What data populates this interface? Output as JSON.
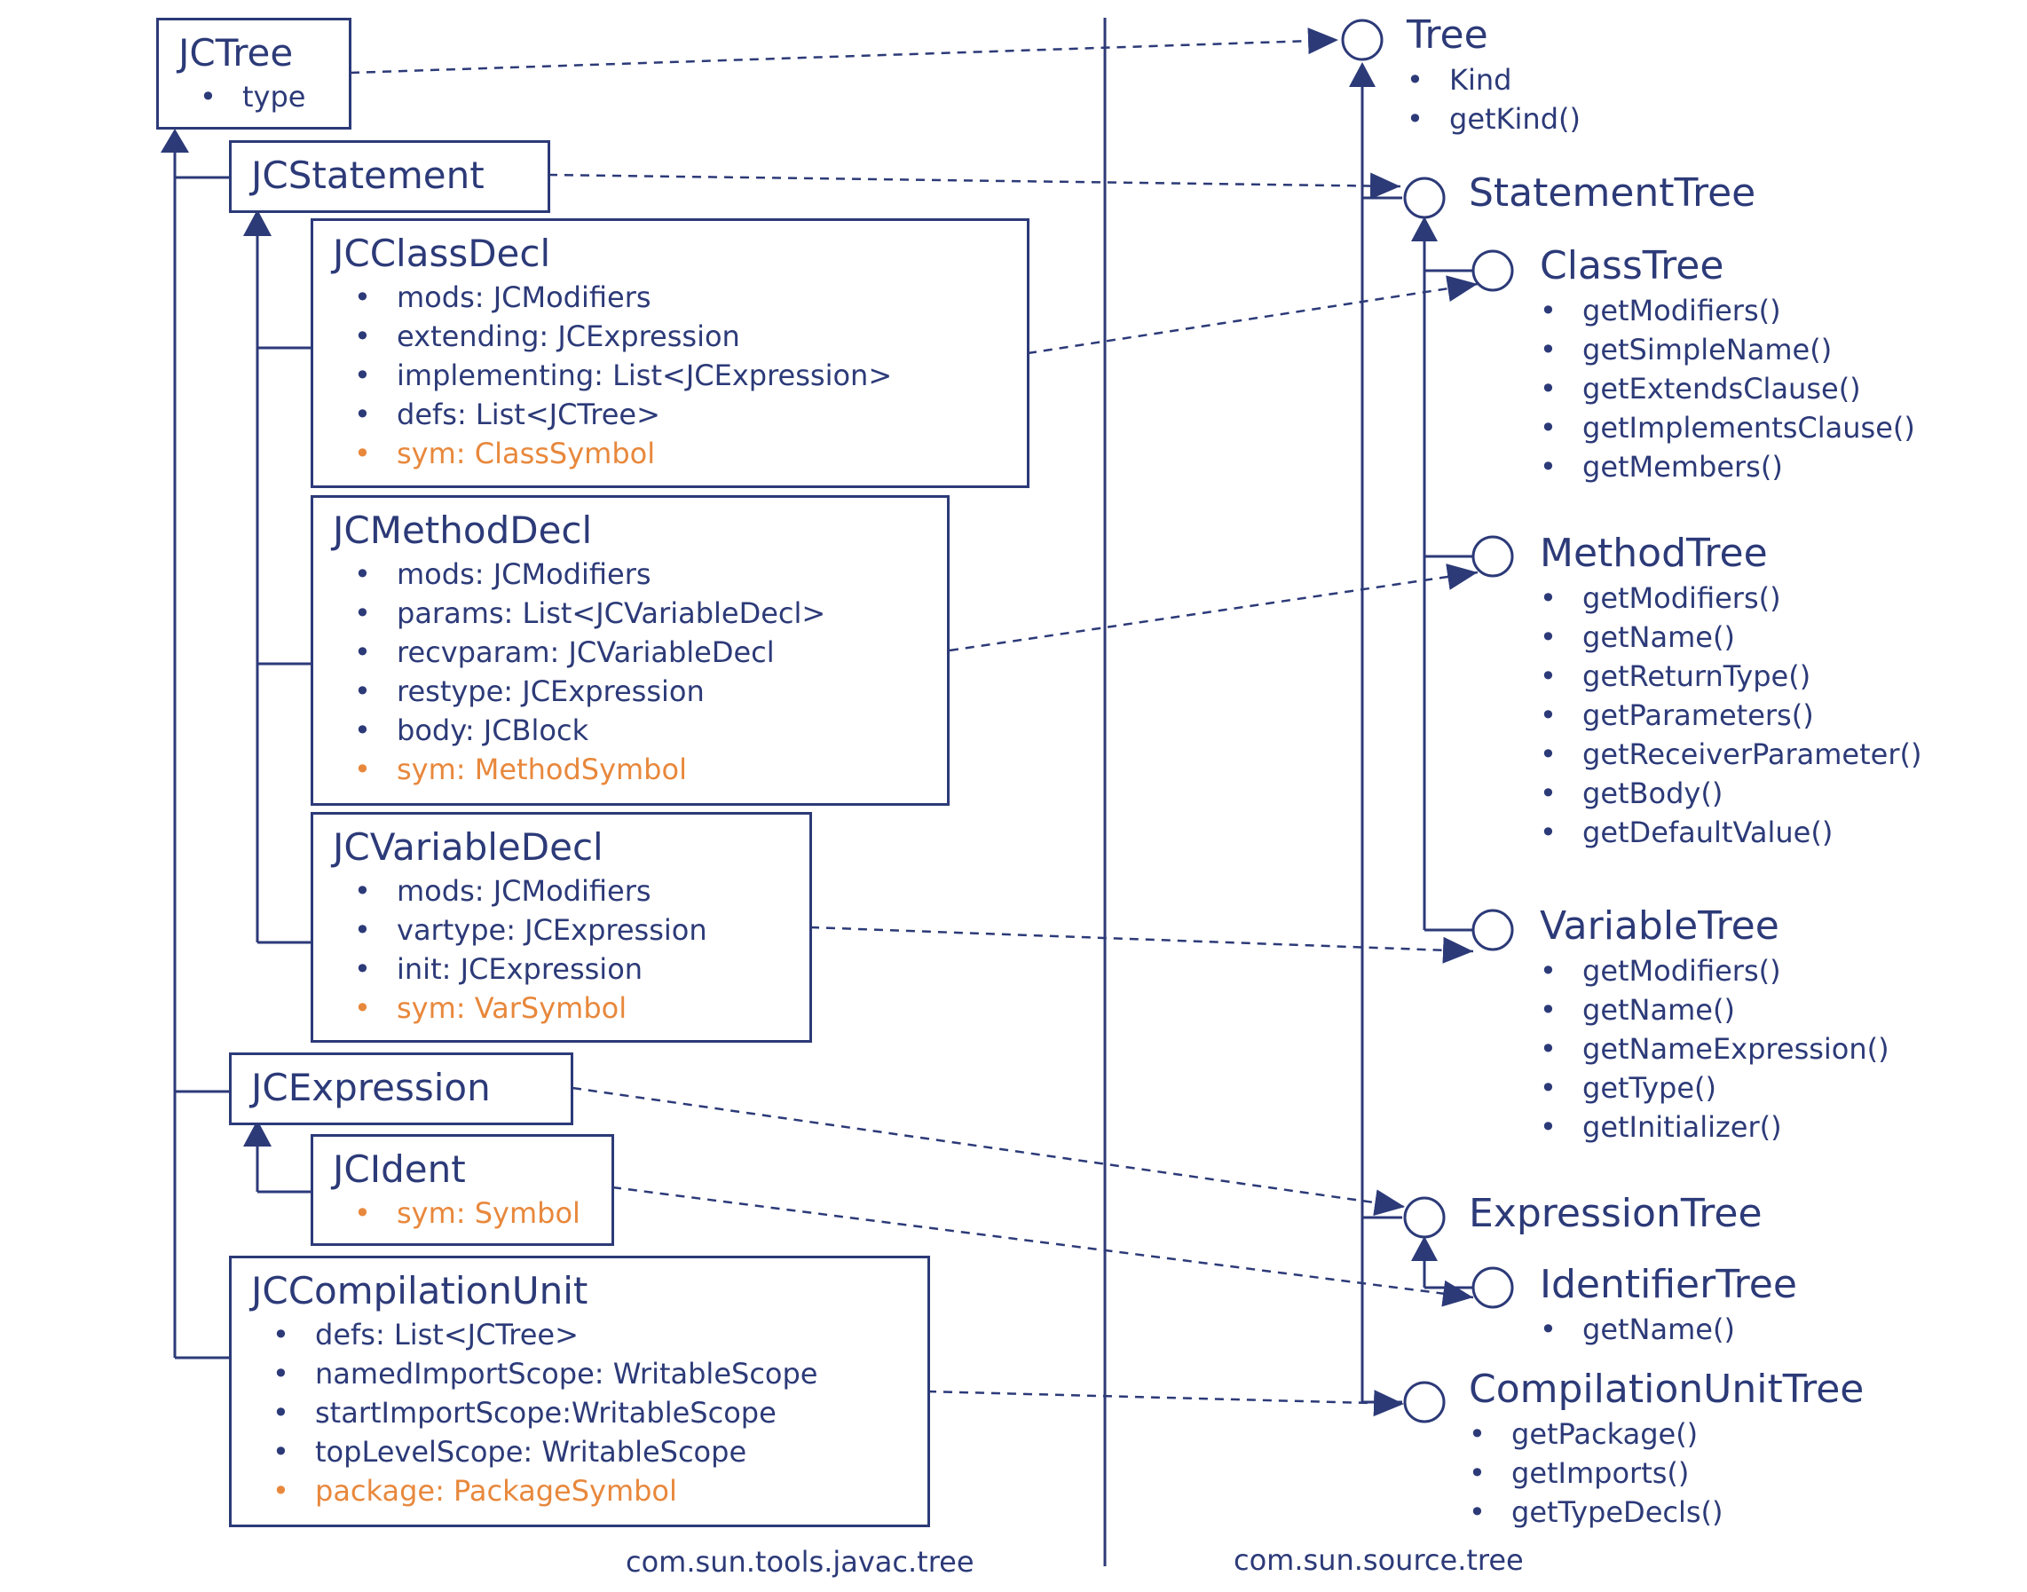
{
  "impl_classes": {
    "jctree": {
      "title": "JCTree",
      "attrs": [
        "type"
      ]
    },
    "jcstatement": {
      "title": "JCStatement"
    },
    "jcclassdecl": {
      "title": "JCClassDecl",
      "attrs": [
        "mods: JCModifiers",
        "extending: JCExpression",
        "implementing: List<JCExpression>",
        "defs: List<JCTree>"
      ],
      "symbol": "sym: ClassSymbol"
    },
    "jcmethoddecl": {
      "title": "JCMethodDecl",
      "attrs": [
        "mods: JCModifiers",
        "params: List<JCVariableDecl>",
        "recvparam: JCVariableDecl",
        "restype: JCExpression",
        "body: JCBlock"
      ],
      "symbol": "sym: MethodSymbol"
    },
    "jcvariabledecl": {
      "title": "JCVariableDecl",
      "attrs": [
        "mods: JCModifiers",
        "vartype: JCExpression",
        "init: JCExpression"
      ],
      "symbol": "sym: VarSymbol"
    },
    "jcexpression": {
      "title": "JCExpression"
    },
    "jcident": {
      "title": "JCIdent",
      "symbol": "sym: Symbol"
    },
    "jccompilationunit": {
      "title": "JCCompilationUnit",
      "attrs": [
        "defs: List<JCTree>",
        "namedImportScope: WritableScope",
        "startImportScope:WritableScope",
        "topLevelScope: WritableScope"
      ],
      "symbol": "package: PackageSymbol"
    }
  },
  "interfaces": {
    "tree": {
      "title": "Tree",
      "methods": [
        "Kind",
        "getKind()"
      ]
    },
    "statementtree": {
      "title": "StatementTree"
    },
    "classtree": {
      "title": "ClassTree",
      "methods": [
        "getModifiers()",
        "getSimpleName()",
        "getExtendsClause()",
        "getImplementsClause()",
        "getMembers()"
      ]
    },
    "methodtree": {
      "title": "MethodTree",
      "methods": [
        "getModifiers()",
        "getName()",
        "getReturnType()",
        "getParameters()",
        "getReceiverParameter()",
        "getBody()",
        "getDefaultValue()"
      ]
    },
    "variabletree": {
      "title": "VariableTree",
      "methods": [
        "getModifiers()",
        "getName()",
        "getNameExpression()",
        "getType()",
        "getInitializer()"
      ]
    },
    "expressiontree": {
      "title": "ExpressionTree"
    },
    "identifiertree": {
      "title": "IdentifierTree",
      "methods": [
        "getName()"
      ]
    },
    "compilationunittree": {
      "title": "CompilationUnitTree",
      "methods": [
        "getPackage()",
        "getImports()",
        "getTypeDecls()"
      ]
    }
  },
  "packages": {
    "left": "com.sun.tools.javac.tree",
    "right": "com.sun.source.tree"
  },
  "colors": {
    "ink": "#2c3a78",
    "symbol": "#e8883c"
  }
}
